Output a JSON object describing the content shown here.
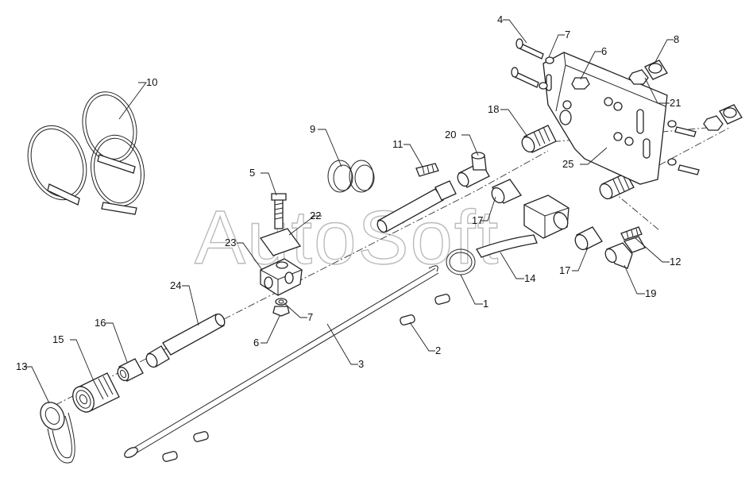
{
  "diagram": {
    "watermark": "AutoSoft",
    "callouts": [
      "1",
      "2",
      "3",
      "4",
      "5",
      "6",
      "6",
      "7",
      "7",
      "8",
      "9",
      "10",
      "11",
      "12",
      "13",
      "14",
      "15",
      "16",
      "17",
      "17",
      "18",
      "19",
      "20",
      "21",
      "22",
      "23",
      "24",
      "25"
    ]
  }
}
